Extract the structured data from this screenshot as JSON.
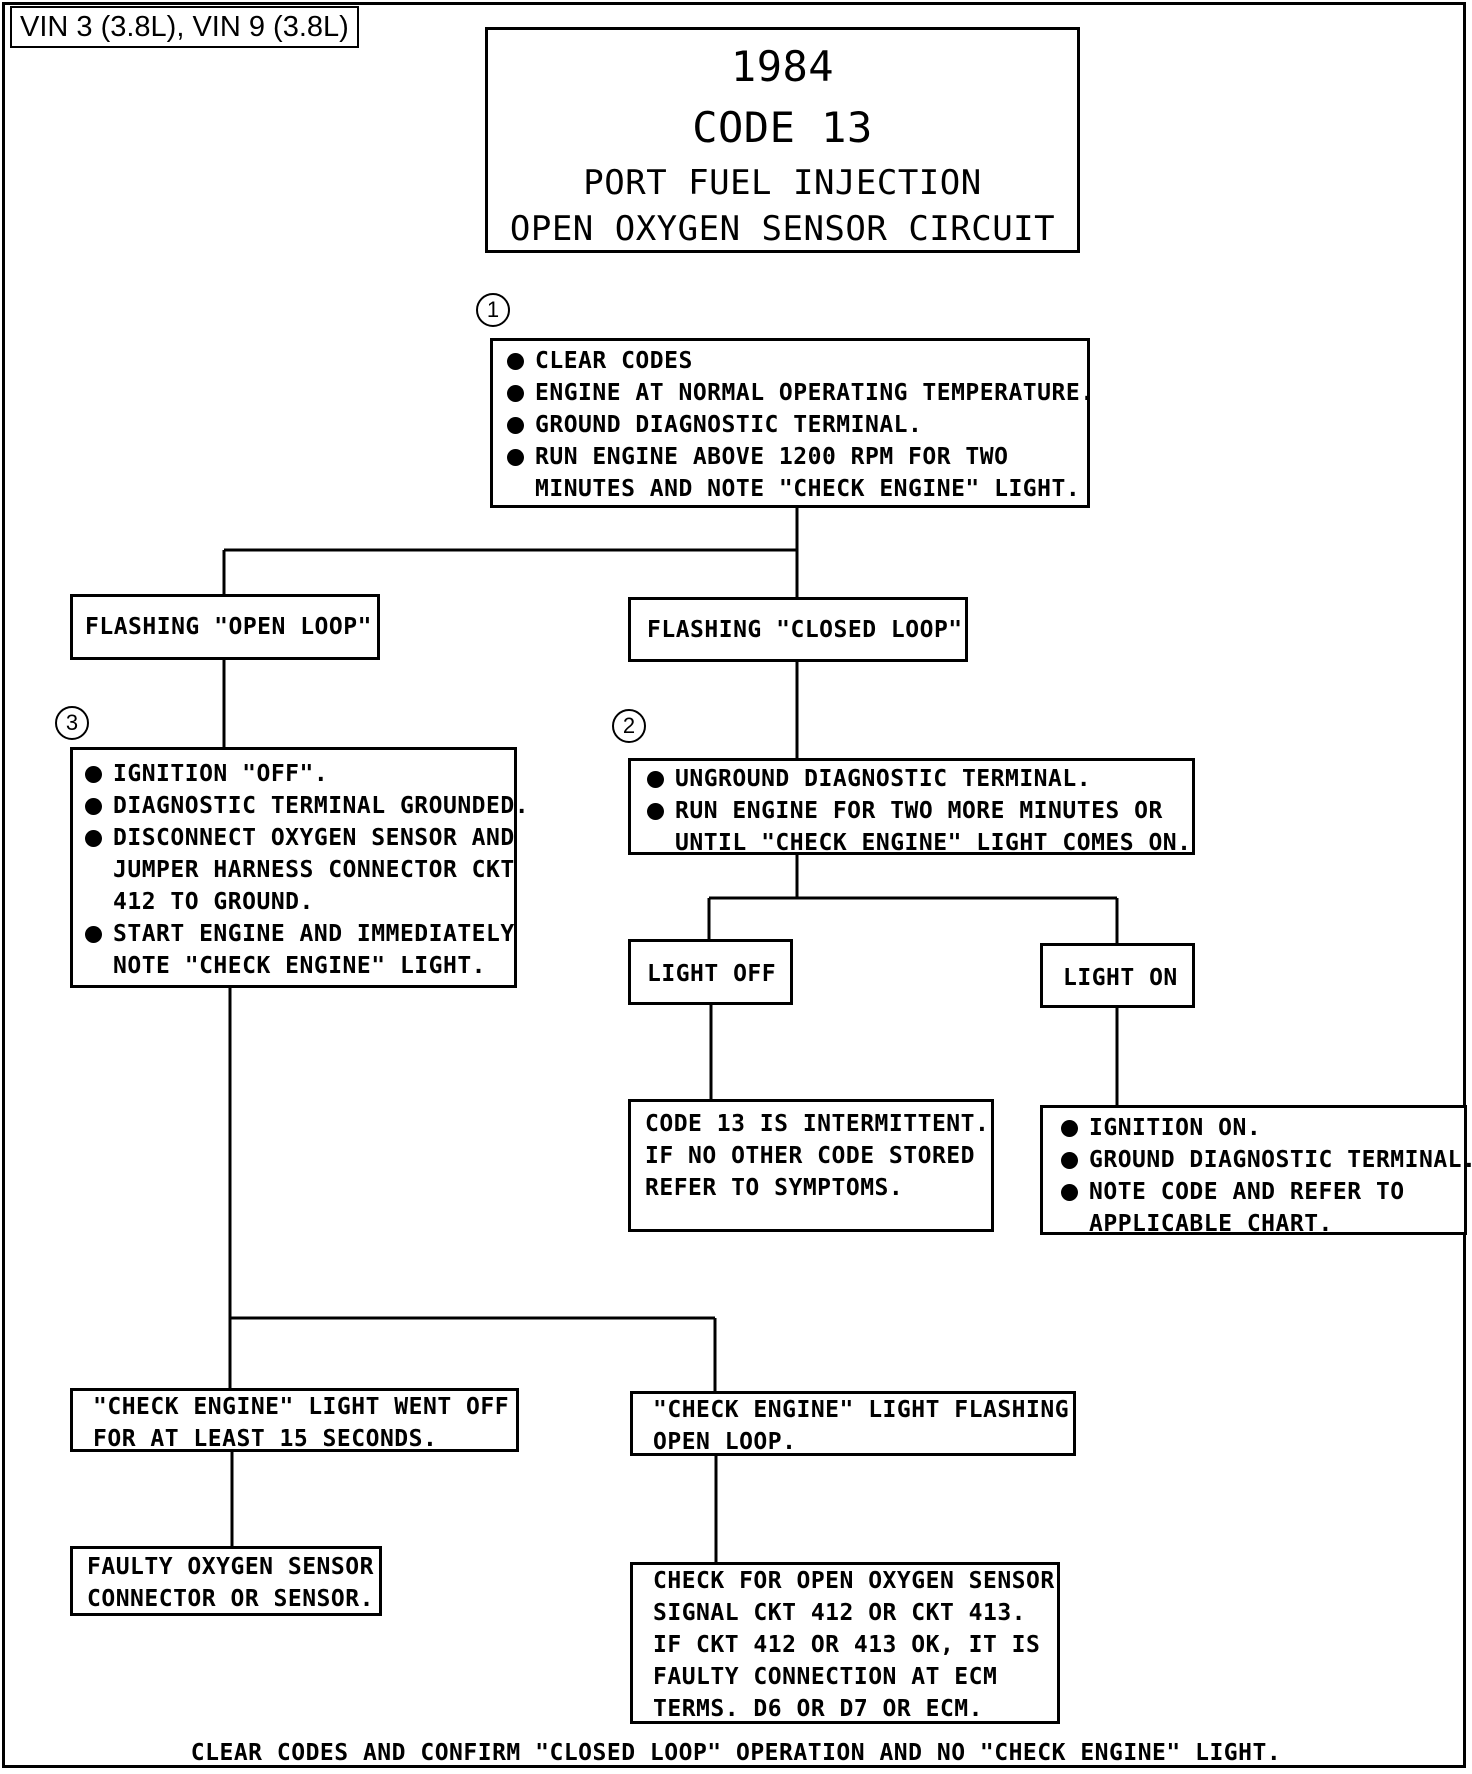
{
  "header_tag": "VIN 3 (3.8L), VIN 9 (3.8L)",
  "title": {
    "year": "1984",
    "code": "CODE 13",
    "system": "PORT FUEL INJECTION",
    "description": "OPEN OXYGEN SENSOR CIRCUIT"
  },
  "steps": {
    "s1": "1",
    "s2": "2",
    "s3": "3"
  },
  "start_box": {
    "items": [
      [
        "CLEAR CODES"
      ],
      [
        "ENGINE AT NORMAL OPERATING TEMPERATURE."
      ],
      [
        "GROUND DIAGNOSTIC TERMINAL."
      ],
      [
        "RUN ENGINE ABOVE 1200 RPM FOR TWO",
        "MINUTES AND NOTE \"CHECK ENGINE\" LIGHT."
      ]
    ]
  },
  "open_loop": "FLASHING \"OPEN LOOP\"",
  "closed_loop": "FLASHING \"CLOSED LOOP\"",
  "step3_box": {
    "items": [
      [
        "IGNITION \"OFF\"."
      ],
      [
        "DIAGNOSTIC TERMINAL GROUNDED."
      ],
      [
        "DISCONNECT OXYGEN SENSOR AND",
        "JUMPER HARNESS CONNECTOR CKT",
        "412 TO GROUND."
      ],
      [
        "START ENGINE AND IMMEDIATELY",
        "NOTE \"CHECK ENGINE\" LIGHT."
      ]
    ]
  },
  "step2_box": {
    "items": [
      [
        "UNGROUND DIAGNOSTIC TERMINAL."
      ],
      [
        "RUN ENGINE FOR TWO MORE MINUTES OR",
        "UNTIL \"CHECK ENGINE\" LIGHT COMES ON."
      ]
    ]
  },
  "light_off": "LIGHT OFF",
  "light_on": "LIGHT ON",
  "intermittent_box": {
    "lines": [
      "CODE 13 IS INTERMITTENT.",
      "IF NO OTHER CODE STORED",
      "REFER TO SYMPTOMS."
    ]
  },
  "light_on_box": {
    "items": [
      [
        "IGNITION ON."
      ],
      [
        "GROUND DIAGNOSTIC TERMINAL."
      ],
      [
        "NOTE CODE AND REFER TO",
        "APPLICABLE CHART."
      ]
    ]
  },
  "went_off_box": {
    "lines": [
      "\"CHECK ENGINE\" LIGHT WENT OFF",
      "FOR AT LEAST 15 SECONDS."
    ]
  },
  "flashing_open_box": {
    "lines": [
      "\"CHECK ENGINE\" LIGHT FLASHING",
      "OPEN LOOP."
    ]
  },
  "faulty_box": {
    "lines": [
      "FAULTY OXYGEN SENSOR",
      "CONNECTOR OR SENSOR."
    ]
  },
  "check_open_box": {
    "lines": [
      "CHECK FOR OPEN OXYGEN SENSOR",
      "SIGNAL CKT 412 OR CKT 413.",
      "IF CKT 412 OR 413 OK, IT IS",
      "FAULTY CONNECTION AT ECM",
      "TERMS. D6 OR D7 OR ECM."
    ]
  },
  "footer": "CLEAR CODES AND CONFIRM \"CLOSED LOOP\" OPERATION AND NO \"CHECK ENGINE\" LIGHT."
}
